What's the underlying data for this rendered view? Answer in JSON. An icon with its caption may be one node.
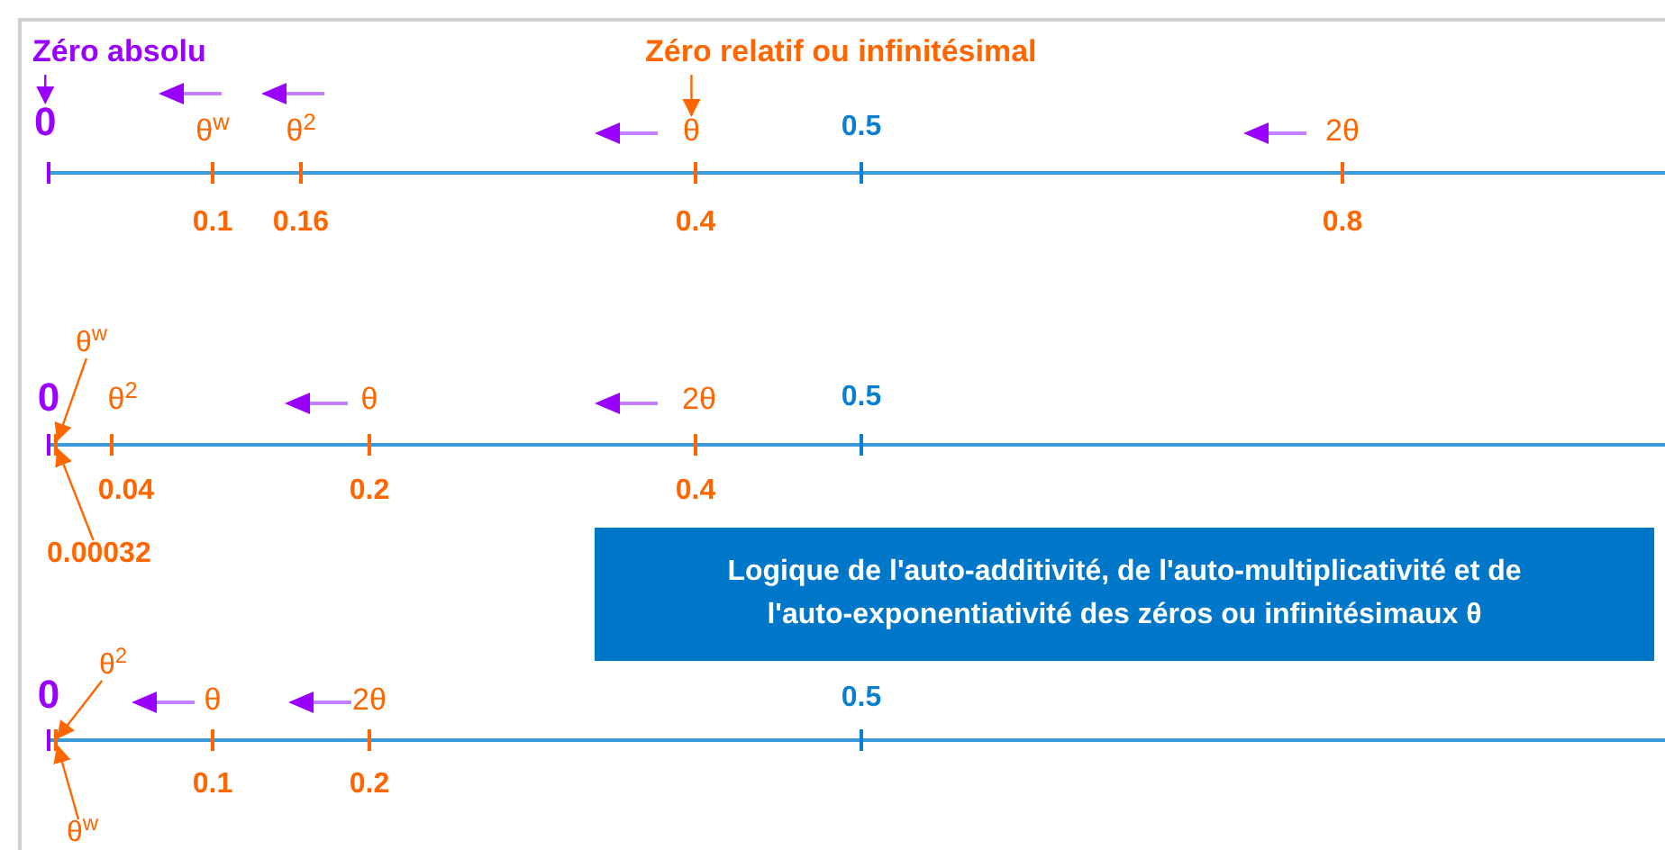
{
  "diagram": {
    "nodes": [
      {
        "text": [
          "Zéro absolu"
        ]
      },
      {
        "text": [
          "0"
        ]
      },
      {
        "text": [
          "Zéro relatif ou infinitésimal"
        ]
      },
      {
        "text": [
          "θ"
        ]
      },
      {
        "text": [
          "θ$^{w}$"
        ]
      },
      {
        "text": [],
        "shape": "bar"
      },
      {
        "text": [
          "0.00032"
        ]
      },
      {
        "text": [
          "θ$^{2}$"
        ]
      },
      {
        "text": [],
        "shape": "bar"
      },
      {
        "text": [
          "θ$^{w}$"
        ]
      },
      {
        "text": [
          "Logique de l'auto-additivité, de l'auto-multiplicativité et de l'auto-exponentiativité des zéros ou infinitésimaux θ"
        ]
      }
    ],
    "edges": [
      {
        "from": 0,
        "to": 1,
        "arrow": "to",
        "color": "#9900ff"
      },
      {
        "from": 2,
        "to": 3,
        "arrow": "to"
      },
      {
        "from": 4,
        "to": 5,
        "arrow": "to"
      },
      {
        "from": 6,
        "to": 5,
        "arrow": "to"
      },
      {
        "from": 7,
        "to": 8,
        "arrow": "to"
      },
      {
        "from": 9,
        "to": 8,
        "arrow": "to"
      }
    ],
    "labels": [
      "θ$^{w}$",
      "θ$^{2}$",
      "0.5",
      "2θ",
      "0.1",
      "0.16",
      "0.4",
      "0.8",
      "0",
      "θ$^{2}$",
      "θ",
      "2θ",
      "0.5",
      "0.04",
      "0.2",
      "0.4",
      "0",
      "θ",
      "2θ",
      "0.5",
      "0.1",
      "0.2"
    ]
  }
}
